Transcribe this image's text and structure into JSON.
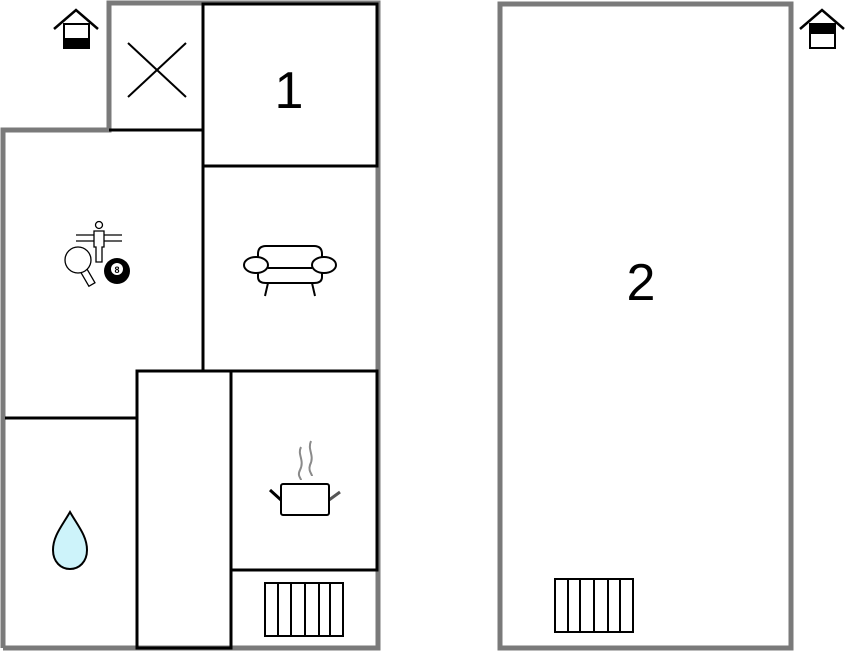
{
  "plan": {
    "type": "floor-plan",
    "colors": {
      "outer_wall": "#7a7a7a",
      "inner_wall": "#000000",
      "water_fill": "#cdf3fa",
      "steam": "#8a8a8a"
    },
    "floors": [
      {
        "id": "ground-floor",
        "entrance_icon": "house-entrance-icon",
        "rooms": [
          {
            "id": "void",
            "icon": "cross-void-icon",
            "label": ""
          },
          {
            "id": "bedroom-1",
            "label": "1"
          },
          {
            "id": "activity-room",
            "icon": "games-icon",
            "label": "",
            "icon_items": [
              "foosball",
              "table-tennis",
              "billiards-8-ball"
            ],
            "ball_number": "8"
          },
          {
            "id": "living-room",
            "icon": "sofa-icon",
            "label": ""
          },
          {
            "id": "hallway",
            "label": ""
          },
          {
            "id": "kitchen",
            "icon": "cooking-pot-icon",
            "label": ""
          },
          {
            "id": "bathroom",
            "icon": "water-drop-icon",
            "label": ""
          },
          {
            "id": "stairs",
            "icon": "stairs-icon",
            "label": ""
          }
        ]
      },
      {
        "id": "upper-floor",
        "entrance_icon": "house-upper-floor-icon",
        "rooms": [
          {
            "id": "bedroom-2",
            "label": "2"
          },
          {
            "id": "stairs-upper",
            "icon": "stairs-icon",
            "label": ""
          }
        ]
      }
    ]
  }
}
